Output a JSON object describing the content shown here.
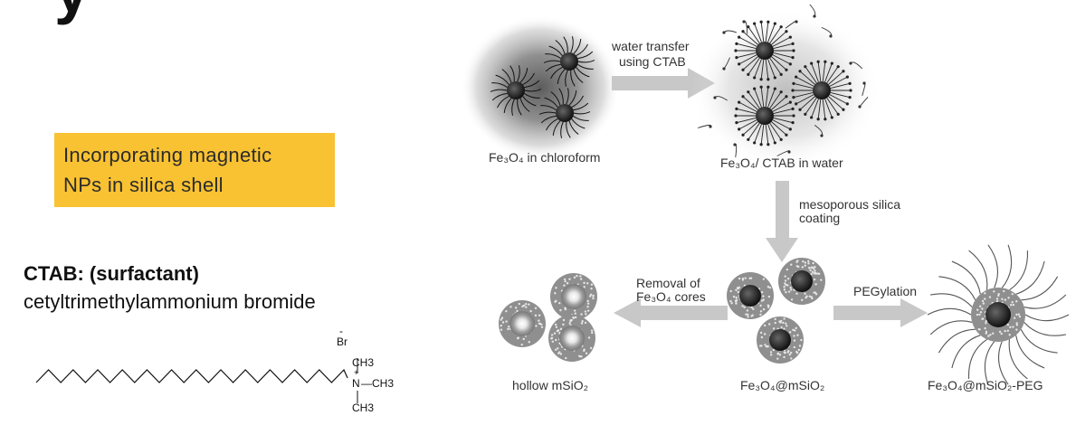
{
  "title_fragment": "y",
  "highlight_box": {
    "line1": "Incorporating  magnetic",
    "line2": "NPs in silica shell"
  },
  "ctab": {
    "heading": "CTAB: (surfactant)",
    "name": "cetyltrimethylammonium bromide",
    "structure": {
      "counter_ion": "Br",
      "counter_charge": "-",
      "nitrogen": "N",
      "nitrogen_charge": "+",
      "methyl_top": "CH3",
      "methyl_right": "—CH3",
      "methyl_bottom": "CH3"
    }
  },
  "scheme": {
    "step1": {
      "label": "Fe₃O₄ in chloroform"
    },
    "arrow1": {
      "line1": "water transfer",
      "line2": "using CTAB"
    },
    "step2": {
      "label": "Fe₃O₄/ CTAB in water"
    },
    "arrow2": {
      "line1": "mesoporous silica",
      "line2": "coating"
    },
    "step3": {
      "label": "Fe₃O₄@mSiO₂"
    },
    "arrow3": {
      "line1": "Removal of",
      "line2": "Fe₃O₄ cores"
    },
    "step4": {
      "label": "hollow mSiO₂"
    },
    "arrow4": {
      "line1": "PEGylation"
    },
    "step5": {
      "label": "Fe₃O₄@mSiO₂-PEG"
    }
  },
  "colors": {
    "highlight": "#f9c232",
    "arrow": "#c8c8c8",
    "particle_core": "#2a2a2a",
    "silica_shell": "#8a8a8a",
    "haze": "#5a5a5a"
  }
}
